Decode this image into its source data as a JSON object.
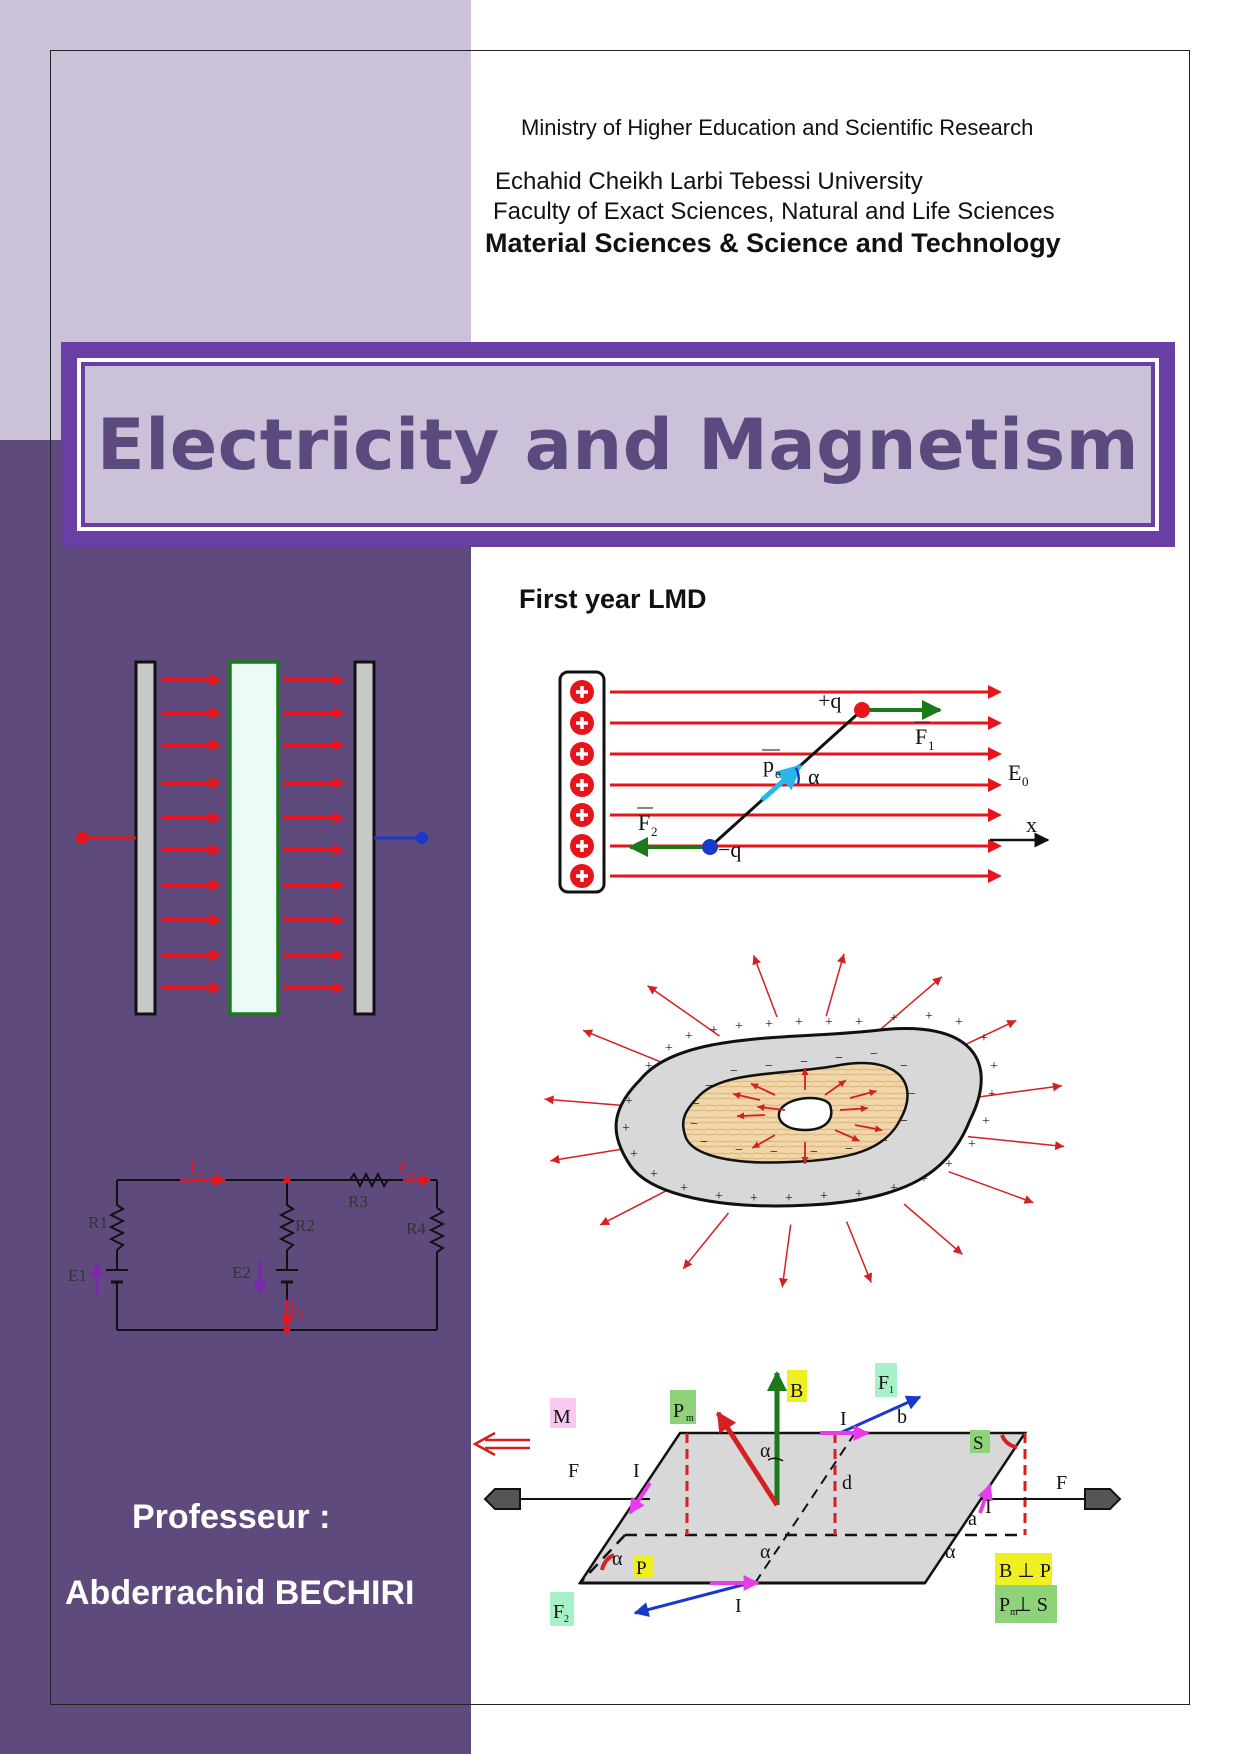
{
  "header": {
    "ministry": "Ministry of Higher Education and Scientific Research",
    "university": "Echahid Cheikh Larbi Tebessi University",
    "faculty": "Faculty of Exact Sciences, Natural and Life Sciences",
    "department": "Material Sciences & Science and Technology"
  },
  "title": "Electricity and Magnetism",
  "subtitle": "First year LMD",
  "author": {
    "label": "Professeur :",
    "name": "Abderrachid BECHIRI"
  },
  "dipole_figure": {
    "plus_q": "+q",
    "minus_q": "−q",
    "pe": "p",
    "pe_sub": "e",
    "alpha": "α",
    "f1": "F",
    "f1_sub": "1",
    "f2": "F",
    "f2_sub": "2",
    "e0": "E",
    "e0_sub": "0",
    "x": "x"
  },
  "circuit": {
    "i1": "I",
    "i1_sub": "1",
    "i2": "I",
    "i2_sub": "2",
    "i3": "I",
    "i3_sub": "3",
    "r1": "R1",
    "r2": "R2",
    "r3": "R3",
    "r4": "R4",
    "e1": "E1",
    "e2": "E2"
  },
  "loop_figure": {
    "pm": "P",
    "pm_sub": "m",
    "b": "B",
    "f1": "F",
    "f1_sub": "1",
    "f2": "F",
    "f2_sub": "2",
    "m": "M",
    "i": "I",
    "f": "F",
    "b_side": "b",
    "d": "d",
    "a": "a",
    "alpha": "α",
    "s": "S",
    "p": "P",
    "b_perp_p": "B ⊥ P",
    "pm_perp_s": "P  ⊥ S"
  },
  "colors": {
    "purple_dark": "#5e4a7c",
    "purple_light": "#cbc2da",
    "purple_band": "#6a3fa3",
    "arrow_red": "#e8141b"
  }
}
